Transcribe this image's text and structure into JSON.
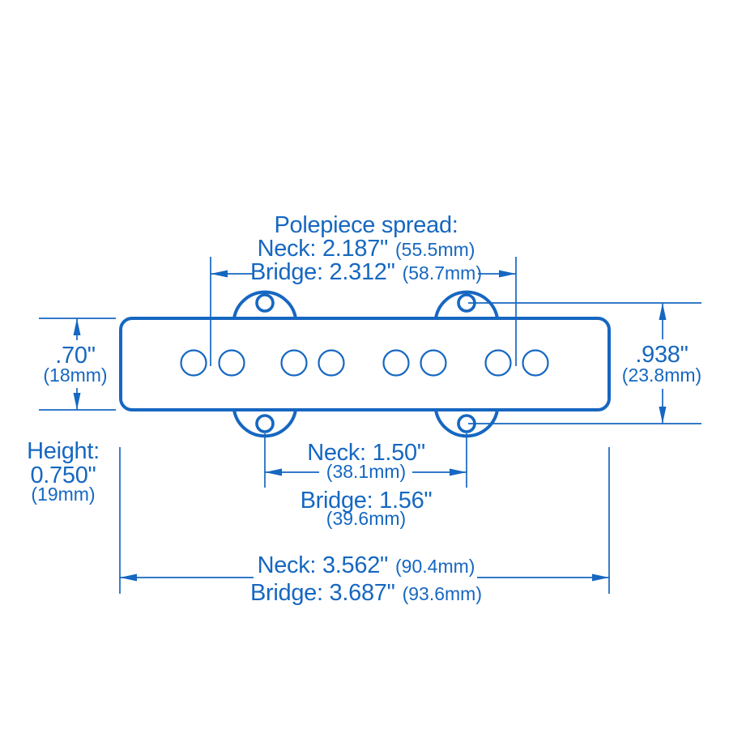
{
  "diagram": {
    "subject": "bass-pickup-dimension-drawing",
    "accent_color": "#1667C1",
    "background_color": "#ffffff",
    "polepiece_spread": {
      "title": "Polepiece spread:",
      "neck_value": "Neck: 2.187\"",
      "neck_mm": "(55.5mm)",
      "bridge_value": "Bridge: 2.312\"",
      "bridge_mm": "(58.7mm)"
    },
    "body_height_left": {
      "value": ".70\"",
      "mm": "(18mm)"
    },
    "ear_height_right": {
      "value": ".938\"",
      "mm": "(23.8mm)"
    },
    "height": {
      "label": "Height:",
      "value": "0.750\"",
      "mm": "(19mm)"
    },
    "mount_hole_spacing": {
      "neck_value": "Neck: 1.50\"",
      "neck_mm": "(38.1mm)",
      "bridge_value": "Bridge: 1.56\"",
      "bridge_mm": "(39.6mm)"
    },
    "overall_length": {
      "neck_value": "Neck: 3.562\"",
      "neck_mm": "(90.4mm)",
      "bridge_value": "Bridge: 3.687\"",
      "bridge_mm": "(93.6mm)"
    }
  }
}
